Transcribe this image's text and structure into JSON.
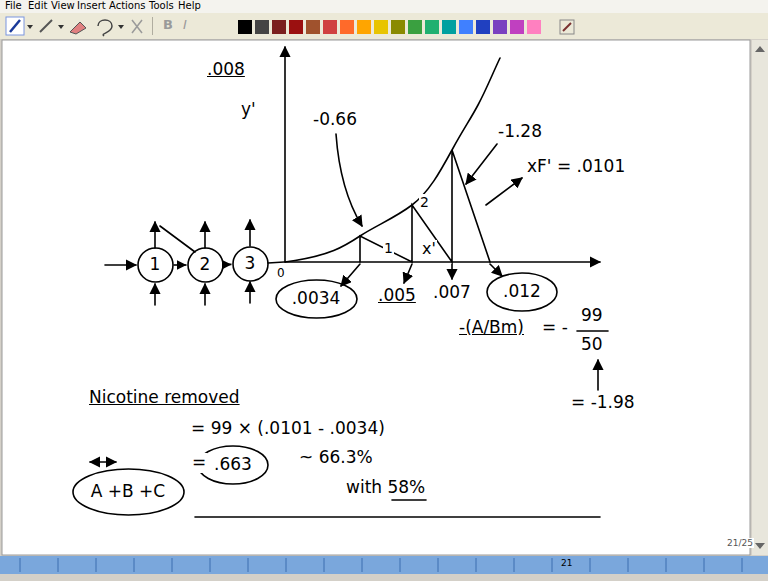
{
  "diagram": {
    "nodes": [
      {
        "text": [
          "1"
        ]
      },
      {
        "text": [
          "2"
        ]
      },
      {
        "text": [
          "3"
        ]
      },
      {
        "text": [
          ".012"
        ]
      },
      {
        "text": [
          ".0034"
        ]
      },
      {
        "text": [
          ".663"
        ]
      },
      {
        "text": [
          "A +B +C"
        ]
      }
    ],
    "edges": [
      {
        "from": 0,
        "to": 1,
        "arrow": "to"
      },
      {
        "from": 1,
        "to": 2,
        "arrow": "to"
      }
    ],
    "labels": [
      "File",
      "Edit",
      "View",
      "Insert",
      "Actions",
      "Tools",
      "Help",
      "B",
      "I",
      ".008",
      "y'",
      "0",
      "-0.66",
      "1",
      "2",
      "-1.28",
      "xF' = .0101",
      "x'",
      ".005",
      ".007",
      "-(A/Bm)",
      "= -",
      "99",
      "50",
      "= -1.98",
      "Nicotine removed",
      "= 99 × (.0101 - .0034)",
      "=",
      "~ 66.3%",
      "with 58%",
      "21/25",
      "21"
    ]
  }
}
